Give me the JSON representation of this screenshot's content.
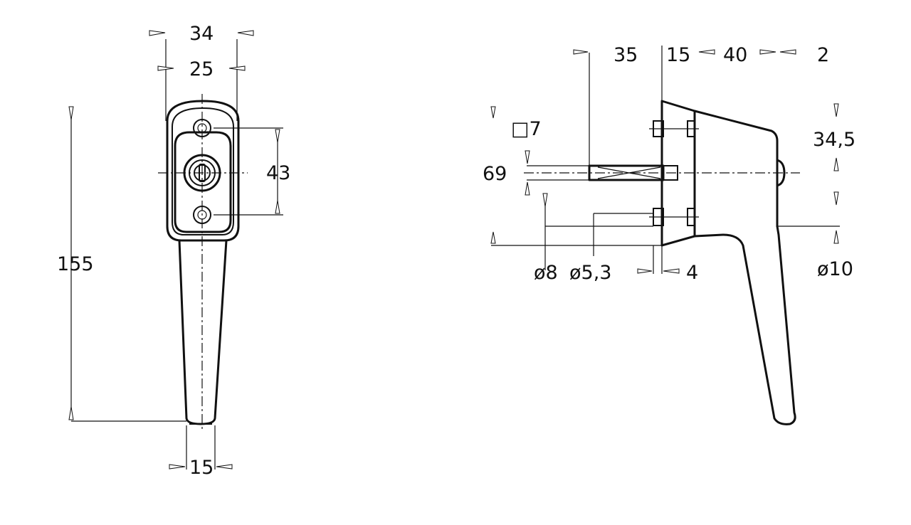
{
  "front_view": {
    "dims": {
      "width_outer": "34",
      "width_inner": "25",
      "hole_spacing": "43",
      "height": "155",
      "grip_width": "15"
    }
  },
  "side_view": {
    "dims": {
      "spindle_length": "35",
      "plate": "15",
      "body": "40",
      "end": "2",
      "spindle_square": "□7",
      "spindle_height": "69",
      "base_height": "34,5",
      "diam_8": "ø8",
      "diam_5_3": "ø5,3",
      "thickness_4": "4",
      "diam_10": "ø10"
    }
  }
}
